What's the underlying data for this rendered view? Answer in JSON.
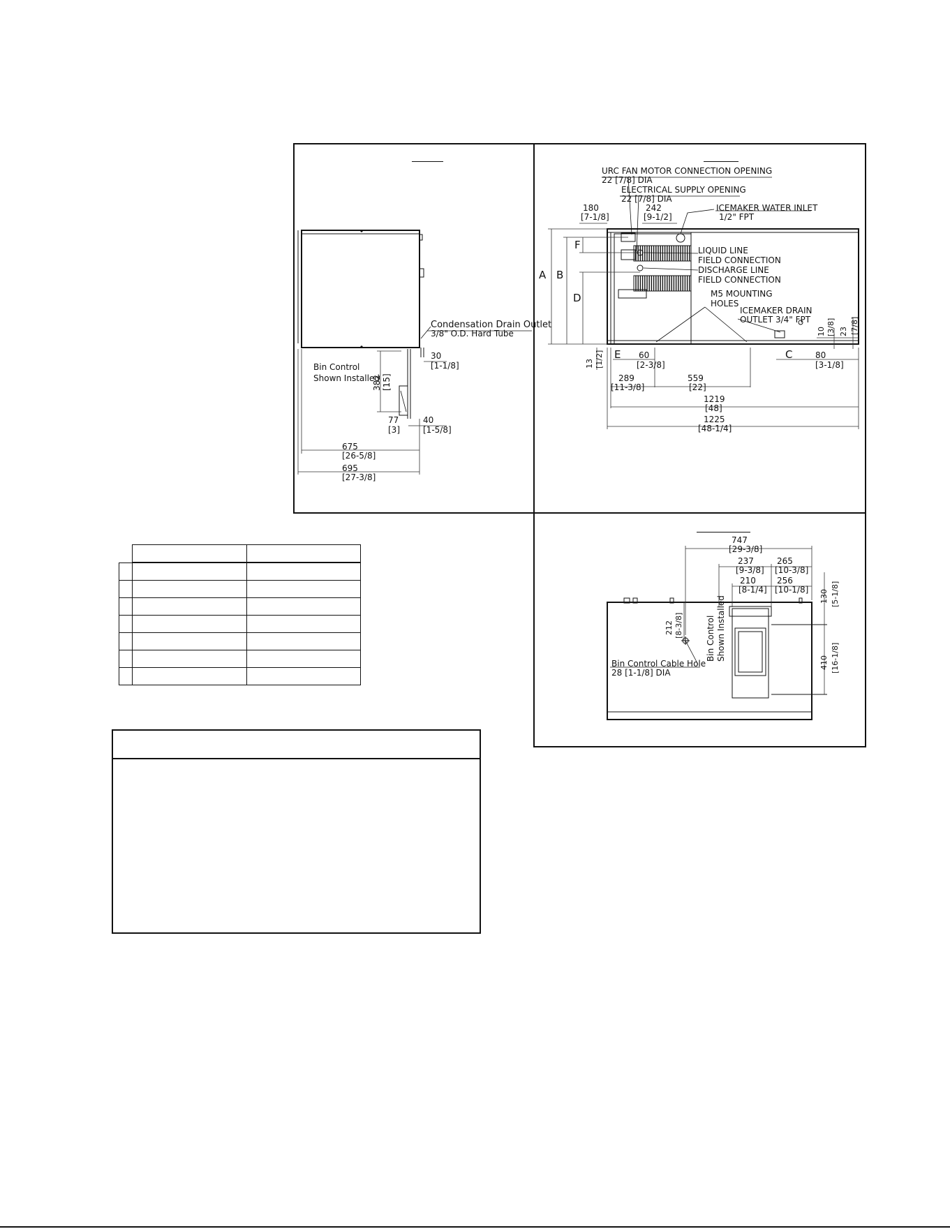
{
  "side_view": {
    "condensation_drain_title": "Condensation Drain Outlet",
    "condensation_drain_spec": "3/8\" O.D. Hard Tube",
    "bin_control_line1": "Bin Control",
    "bin_control_line2": "Shown Installed",
    "d30": "30",
    "d30_in": "[1-1/8]",
    "d382": "382",
    "d382_in": "[15]",
    "d77": "77",
    "d77_in": "[3]",
    "d40": "40",
    "d40_in": "[1-5/8]",
    "d675": "675",
    "d675_in": "[26-5/8]",
    "d695": "695",
    "d695_in": "[27-3/8]"
  },
  "rear_view": {
    "urc_fan_label": "URC FAN MOTOR CONNECTION OPENING",
    "urc_fan_spec": "22 [7/8] DIA",
    "electrical_label": "ELECTRICAL SUPPLY OPENING",
    "electrical_spec": "22 [7/8] DIA",
    "water_inlet_label": "ICEMAKER WATER INLET",
    "water_inlet_spec": "1/2\" FPT",
    "liquid_line_1": "LIQUID LINE",
    "liquid_line_2": "FIELD CONNECTION",
    "discharge_line_1": "DISCHARGE LINE",
    "discharge_line_2": "FIELD CONNECTION",
    "mounting_1": "M5 MOUNTING",
    "mounting_2": "HOLES",
    "drain_1": "ICEMAKER DRAIN",
    "drain_2": "OUTLET 3/4\" FPT",
    "letter_a": "A",
    "letter_b": "B",
    "letter_c": "C",
    "letter_d": "D",
    "letter_e": "E",
    "letter_f": "F",
    "d180": "180",
    "d180_in": "[7-1/8]",
    "d242": "242",
    "d242_in": "[9-1/2]",
    "d13": "13",
    "d13_in": "[1/2]",
    "d60": "60",
    "d60_in": "[2-3/8]",
    "d289": "289",
    "d289_in": "[11-3/8]",
    "d559": "559",
    "d559_in": "[22]",
    "d1219": "1219",
    "d1219_in": "[48]",
    "d1225": "1225",
    "d1225_in": "[48-1/4]",
    "d80": "80",
    "d80_in": "[3-1/8]",
    "d10": "10",
    "d10_in": "[3/8]",
    "d23": "23",
    "d23_in": "[7/8]"
  },
  "top_view": {
    "d747": "747",
    "d747_in": "[29-3/8]",
    "d237": "237",
    "d237_in": "[9-3/8]",
    "d265": "265",
    "d265_in": "[10-3/8]",
    "d210": "210",
    "d210_in": "[8-1/4]",
    "d256": "256",
    "d256_in": "[10-1/8]",
    "d130": "130",
    "d130_in": "[5-1/8]",
    "d212": "212",
    "d212_in": "[8-3/8]",
    "d410": "410",
    "d410_in": "[16-1/8]",
    "bin_control_v1": "Bin Control",
    "bin_control_v2": "Shown Installed",
    "cable_hole_label": "Bin Control Cable Hole",
    "cable_hole_spec": "28 [1-1/8] DIA"
  },
  "table": {
    "rows": 7
  }
}
